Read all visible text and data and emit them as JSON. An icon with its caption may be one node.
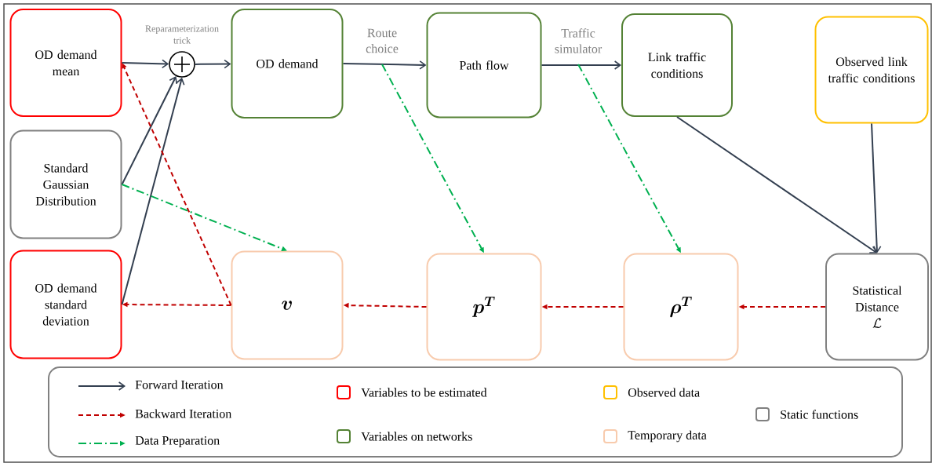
{
  "diagram": {
    "nodes": [
      {
        "text": [
          "OD demand mean"
        ]
      },
      {
        "text": [
          "Standard Gaussian Distribution"
        ]
      },
      {
        "text": [
          "OD demand standard deviation"
        ]
      },
      {
        "text": [],
        "shape": "circle"
      },
      {
        "text": [
          "OD demand"
        ]
      },
      {
        "text": [
          "Path flow"
        ]
      },
      {
        "text": [
          "Link traffic conditions"
        ]
      },
      {
        "text": [
          "Observed link traffic conditions"
        ]
      },
      {
        "text": [
          "\\boldsymbol{v}"
        ]
      },
      {
        "text": [
          "\\boldsymbol{p}^{\\boldsymbol{T}}"
        ]
      },
      {
        "text": [
          "\\boldsymbol{\\rho}^{\\boldsymbol{T}}"
        ]
      },
      {
        "text": [
          "Statistical Distance",
          "\\mathcal{L}"
        ]
      }
    ],
    "edges": [
      {
        "from": 0,
        "to": 3,
        "arrow": "to"
      },
      {
        "from": 1,
        "to": 3,
        "arrow": "to"
      },
      {
        "from": 2,
        "to": 3,
        "arrow": "to"
      },
      {
        "from": 3,
        "to": 4,
        "arrow": "to"
      },
      {
        "from": 4,
        "to": 5,
        "arrow": "to",
        "label": "Route choice"
      },
      {
        "from": 5,
        "to": 6,
        "arrow": "to",
        "label": "Traffic simulator"
      },
      {
        "from": 6,
        "to": 11,
        "arrow": "to"
      },
      {
        "from": 7,
        "to": 11,
        "arrow": "to"
      },
      {
        "from": 11,
        "to": 10,
        "arrow": "to",
        "style": "dashed",
        "color": "#c00000"
      },
      {
        "from": 10,
        "to": 9,
        "arrow": "to",
        "style": "dashed",
        "color": "#c00000"
      },
      {
        "from": 9,
        "to": 8,
        "arrow": "to",
        "style": "dashed",
        "color": "#c00000"
      },
      {
        "from": 8,
        "to": 2,
        "arrow": "to",
        "style": "dashed",
        "color": "#c00000"
      },
      {
        "from": 8,
        "to": 0,
        "arrow": "to",
        "style": "dashed",
        "color": "#c00000"
      },
      {
        "from": 1,
        "to": 8,
        "arrow": "to",
        "style": "dashed",
        "color": "#00b050"
      },
      {
        "from": null,
        "to": 9,
        "arrow": "to",
        "style": "dashed",
        "color": "#00b050"
      },
      {
        "from": null,
        "to": 10,
        "arrow": "to",
        "style": "dashed",
        "color": "#00b050"
      }
    ],
    "labels": [
      "Reparameterization trick"
    ],
    "legend": [
      {
        "text": "Forward Iteration"
      },
      {
        "text": "Backward Iteration"
      },
      {
        "text": "Data Preparation"
      },
      {
        "text": "Variables to be estimated",
        "color": "#ff0000"
      },
      {
        "text": "Variables on networks",
        "color": "#548235"
      },
      {
        "text": "Observed data",
        "color": "#ffc000"
      },
      {
        "text": "Temporary data",
        "color": "#f8cbad"
      },
      {
        "text": "Static functions",
        "color": "#808080"
      }
    ]
  }
}
